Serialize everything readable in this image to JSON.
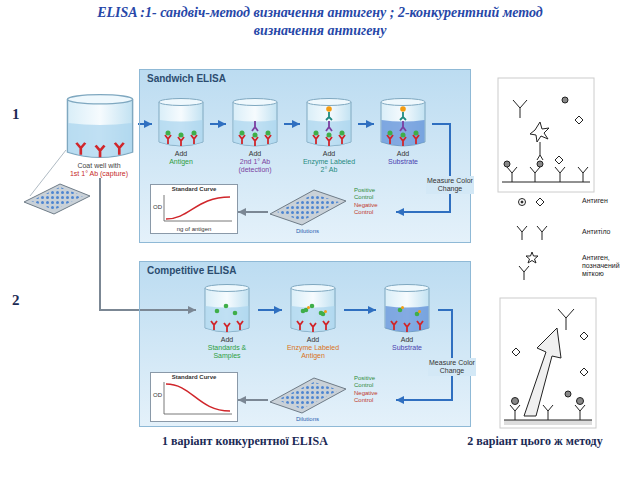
{
  "diagram": {
    "title": "ELISA :1- сандвіч-метод визначення антигену ; 2-конкурентний метод визначення антигену",
    "nodes": [
      {
        "text": [
          "Sandwich ELISA"
        ]
      },
      {
        "text": [
          "Coat well with",
          "1st 1° Ab (capture)"
        ]
      },
      {
        "text": [
          "Add",
          "Antigen"
        ],
        "in": 0
      },
      {
        "text": [
          "Add",
          "2nd 1° Ab (detection)"
        ],
        "in": 0
      },
      {
        "text": [
          "Add",
          "Enzyme Labeled 2° Ab"
        ],
        "in": 0
      },
      {
        "text": [
          "Add",
          "Substrate"
        ],
        "in": 0
      },
      {
        "text": [
          "Standard Curve",
          "OD",
          "ng of antigen"
        ],
        "in": 0
      },
      {
        "text": [
          "Positive Control",
          "Negative Control",
          "Dilutions"
        ],
        "in": 0
      },
      {
        "text": [
          "Competitive ELISA"
        ]
      },
      {
        "text": [
          "Add",
          "Standards & Samples"
        ],
        "in": 8
      },
      {
        "text": [
          "Add",
          "Enzyme Labeled Antigen"
        ],
        "in": 8
      },
      {
        "text": [
          "Add",
          "Substrate"
        ],
        "in": 8
      },
      {
        "text": [
          "Standard Curve",
          "OD"
        ],
        "in": 8
      },
      {
        "text": [
          "Positive Control",
          "Negative Control",
          "Dilutions"
        ],
        "in": 8
      }
    ],
    "edges": [
      {
        "from": 1,
        "to": 2,
        "arrow": "to"
      },
      {
        "from": 2,
        "to": 3,
        "arrow": "to"
      },
      {
        "from": 3,
        "to": 4,
        "arrow": "to"
      },
      {
        "from": 4,
        "to": 5,
        "arrow": "to"
      },
      {
        "from": 5,
        "to": 7,
        "label": "Measure Color Change",
        "arrow": "to"
      },
      {
        "from": 7,
        "to": 6,
        "arrow": "to"
      },
      {
        "from": 1,
        "to": 9,
        "arrow": "to"
      },
      {
        "from": 9,
        "to": 10,
        "arrow": "to"
      },
      {
        "from": 10,
        "to": 11,
        "arrow": "to"
      },
      {
        "from": 11,
        "to": 13,
        "label": "Measure Color Change",
        "arrow": "to"
      },
      {
        "from": 13,
        "to": 12,
        "arrow": "to"
      }
    ],
    "labels": [
      "1",
      "2",
      "1 варіант конкурентної ELISA",
      "2 варіант цього ж методу"
    ],
    "legend": [
      {
        "text": "Антиген"
      },
      {
        "text": "Антитіло"
      },
      {
        "text": "Антиген, позначений міткою"
      }
    ]
  }
}
